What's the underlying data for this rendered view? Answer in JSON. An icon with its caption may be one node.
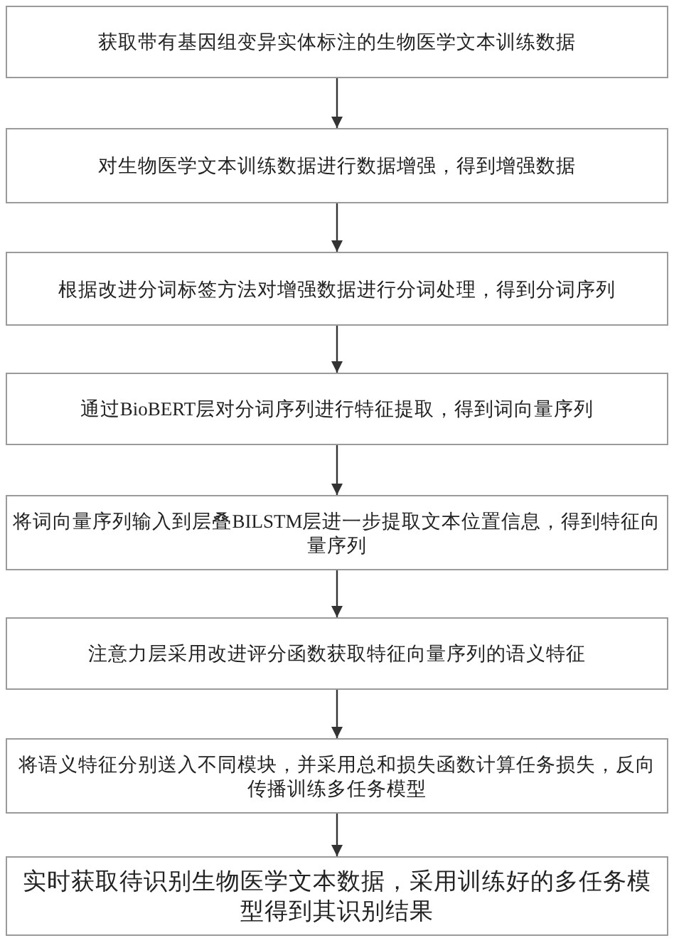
{
  "diagram": {
    "nodes": [
      {
        "text": [
          "获取带有基因组变异实体标注的生物医学文本训练数据"
        ]
      },
      {
        "text": [
          "对生物医学文本训练数据进行数据增强，得到增强数据"
        ]
      },
      {
        "text": [
          "根据改进分词标签方法对增强数据进行分词处理，得到分词序列"
        ]
      },
      {
        "text": [
          "通过BioBERT层对分词序列进行特征提取，得到词向量序列"
        ]
      },
      {
        "text": [
          "将词向量序列输入到层叠BILSTM层进一步提取文本位置信息，得到特征向量序列"
        ]
      },
      {
        "text": [
          "注意力层采用改进评分函数获取特征向量序列的语义特征"
        ]
      },
      {
        "text": [
          "将语义特征分别送入不同模块，并采用总和损失函数计算任务损失，反向传播训练多任务模型"
        ]
      },
      {
        "text": [
          "实时获取待识别生物医学文本数据，采用训练好的多任务模型得到其识别结果"
        ]
      }
    ],
    "edges": [
      {
        "from": 0,
        "to": 1,
        "arrow": "to"
      },
      {
        "from": 1,
        "to": 2,
        "arrow": "to"
      },
      {
        "from": 2,
        "to": 3,
        "arrow": "to"
      },
      {
        "from": 3,
        "to": 4,
        "arrow": "to"
      },
      {
        "from": 4,
        "to": 5,
        "arrow": "to"
      },
      {
        "from": 5,
        "to": 6,
        "arrow": "to"
      },
      {
        "from": 6,
        "to": 7,
        "arrow": "to"
      }
    ]
  }
}
